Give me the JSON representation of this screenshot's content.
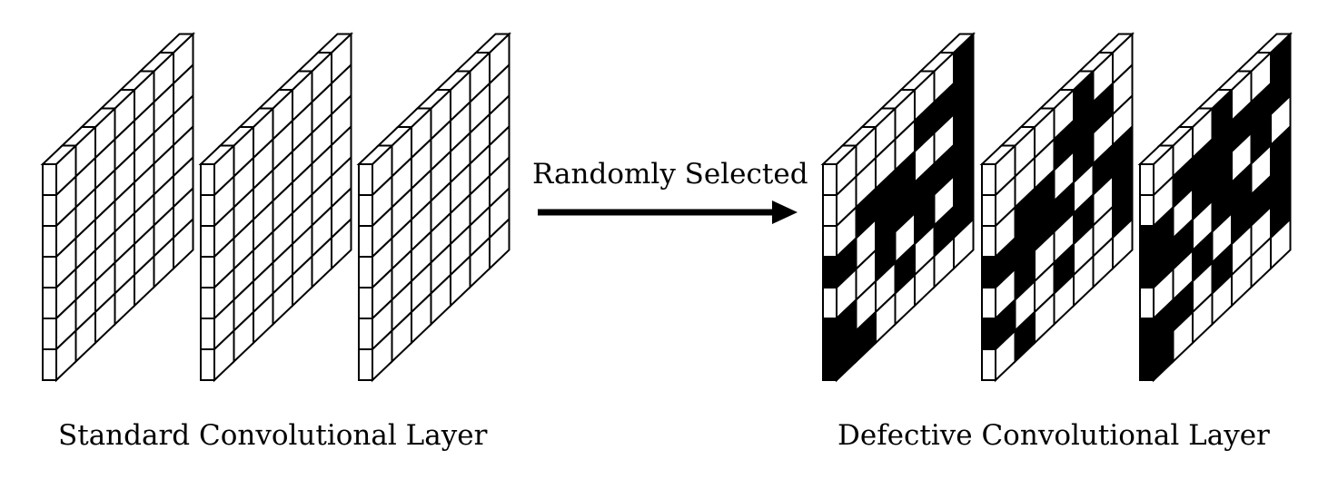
{
  "labels": {
    "arrow_label": "Randomly Selected",
    "left_caption": "Standard Convolutional Layer",
    "right_caption": "Defective Convolutional Layer"
  },
  "colors": {
    "line": "#000000",
    "cell": "#ffffff",
    "defective_cell": "#000000"
  },
  "grid_size": 7,
  "standard_layer": {
    "kernels": [
      {
        "name": "standard-kernel-1",
        "defect_mask": []
      },
      {
        "name": "standard-kernel-2",
        "defect_mask": []
      },
      {
        "name": "standard-kernel-3",
        "defect_mask": []
      }
    ]
  },
  "defective_layer": {
    "kernels": [
      {
        "name": "defective-kernel-1",
        "defect_mask": [
          [
            0,
            0,
            0,
            0,
            0,
            0,
            1
          ],
          [
            0,
            0,
            0,
            0,
            1,
            1,
            1
          ],
          [
            0,
            1,
            1,
            1,
            0,
            0,
            1
          ],
          [
            1,
            0,
            1,
            1,
            1,
            1,
            1
          ],
          [
            0,
            0,
            1,
            0,
            1,
            0,
            1
          ],
          [
            1,
            0,
            0,
            1,
            0,
            1,
            1
          ],
          [
            1,
            1,
            0,
            0,
            0,
            0,
            0
          ]
        ]
      },
      {
        "name": "defective-kernel-2",
        "defect_mask": [
          [
            0,
            0,
            0,
            0,
            1,
            0,
            0
          ],
          [
            0,
            0,
            0,
            1,
            1,
            1,
            0
          ],
          [
            0,
            1,
            1,
            0,
            1,
            0,
            0
          ],
          [
            1,
            1,
            1,
            1,
            0,
            1,
            1
          ],
          [
            0,
            1,
            0,
            0,
            1,
            0,
            1
          ],
          [
            1,
            0,
            0,
            1,
            0,
            0,
            1
          ],
          [
            0,
            1,
            0,
            0,
            0,
            0,
            0
          ]
        ]
      },
      {
        "name": "defective-kernel-3",
        "defect_mask": [
          [
            0,
            0,
            0,
            1,
            0,
            0,
            1
          ],
          [
            0,
            1,
            1,
            1,
            1,
            1,
            1
          ],
          [
            1,
            0,
            1,
            1,
            0,
            1,
            0
          ],
          [
            1,
            1,
            0,
            1,
            1,
            0,
            1
          ],
          [
            0,
            0,
            1,
            0,
            1,
            1,
            1
          ],
          [
            1,
            1,
            0,
            1,
            0,
            0,
            1
          ],
          [
            1,
            0,
            0,
            0,
            0,
            0,
            0
          ]
        ]
      }
    ]
  }
}
